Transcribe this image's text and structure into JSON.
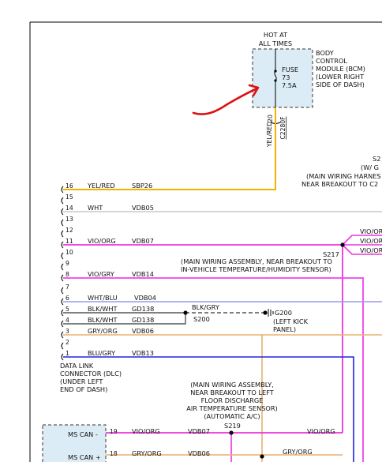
{
  "bcm": {
    "hot_label_1": "HOT AT",
    "hot_label_2": "ALL TIMES",
    "fuse_label": "FUSE",
    "fuse_number": "73",
    "fuse_rating": "7.5A",
    "module_lines": [
      "BODY",
      "CONTROL",
      "MODULE (BCM)",
      "(LOWER RIGHT",
      "SIDE OF DASH)"
    ],
    "pin": "20",
    "wire_color": "YEL/RED",
    "connector": "C2280F"
  },
  "dlc_pins": [
    {
      "pin": "16",
      "color": "YEL/RED",
      "circuit": "SBP26"
    },
    {
      "pin": "15",
      "color": "",
      "circuit": ""
    },
    {
      "pin": "14",
      "color": "WHT",
      "circuit": "VDB05"
    },
    {
      "pin": "13",
      "color": "",
      "circuit": ""
    },
    {
      "pin": "12",
      "color": "",
      "circuit": ""
    },
    {
      "pin": "11",
      "color": "VIO/ORG",
      "circuit": "VDB07"
    },
    {
      "pin": "10",
      "color": "",
      "circuit": ""
    },
    {
      "pin": "9",
      "color": "",
      "circuit": ""
    },
    {
      "pin": "8",
      "color": "VIO/GRY",
      "circuit": "VDB14"
    },
    {
      "pin": "7",
      "color": "",
      "circuit": ""
    },
    {
      "pin": "6",
      "color": "WHT/BLU",
      "circuit": "VDB04"
    },
    {
      "pin": "5",
      "color": "BLK/WHT",
      "circuit": "GD138"
    },
    {
      "pin": "4",
      "color": "BLK/WHT",
      "circuit": "GD138"
    },
    {
      "pin": "3",
      "color": "GRY/ORG",
      "circuit": "VDB06"
    },
    {
      "pin": "2",
      "color": "",
      "circuit": ""
    },
    {
      "pin": "1",
      "color": "BLU/GRY",
      "circuit": "VDB13"
    }
  ],
  "dlc": {
    "lines": [
      "DATA LINK",
      "CONNECTOR (DLC)",
      "(UNDER LEFT",
      "END OF DASH)"
    ]
  },
  "s2_partial": {
    "name": "S2",
    "lines": [
      "(W/ G",
      "(MAIN WIRING HARNES",
      "NEAR BREAKOUT TO C2"
    ]
  },
  "s217": {
    "name": "S217",
    "desc_1": "(MAIN WIRING ASSEMBLY, NEAR BREAKOUT TO",
    "desc_2": "IN-VEHICLE TEMPERATURE/HUMIDITY SENSOR)",
    "branches": [
      "VIO/OR",
      "VIO/OR",
      "VIO/OR"
    ]
  },
  "ground": {
    "wire": "BLK/GRY",
    "splice": "S200",
    "ground_id": "G200",
    "loc_1": "(LEFT KICK",
    "loc_2": "PANEL)"
  },
  "s219": {
    "lines": [
      "(MAIN WIRING ASSEMBLY,",
      "NEAR BREAKOUT TO LEFT",
      "FLOOR DISCHARGE",
      "AIR TEMPERATURE SENSOR)",
      "(AUTOMATIC A/C)"
    ],
    "name": "S219"
  },
  "ms_can": {
    "minus_label": "MS CAN -",
    "plus_label": "MS CAN +",
    "pin_minus": "19",
    "pin_plus": "18",
    "minus_color": "VIO/ORG",
    "minus_circuit": "VDB07",
    "plus_color": "GRY/ORG",
    "plus_circuit": "VDB06",
    "right_minus_color": "VIO/ORG",
    "right_plus_color": "GRY/ORG"
  },
  "colors": {
    "yel_red": "#f2b200",
    "wht": "#c8c8c8",
    "vio_org": "#ee33dd",
    "vio_gry": "#ee44ee",
    "wht_blu": "#9999ee",
    "blk_wht": "#555555",
    "gry_org": "#e8b070",
    "blu_gry": "#2222dd",
    "annotation": "#dd1111",
    "module_fill": "#dcecf6"
  }
}
